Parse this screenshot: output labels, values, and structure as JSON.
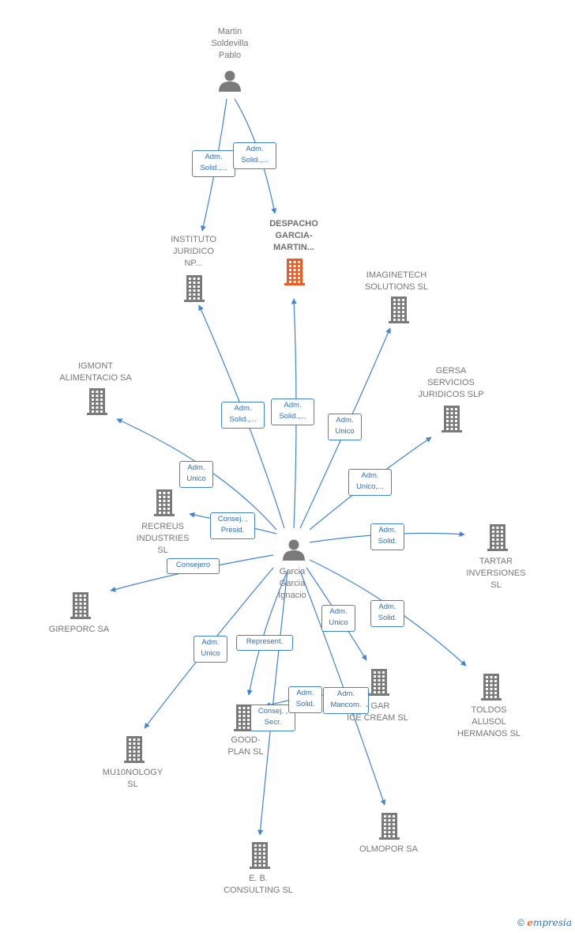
{
  "colors": {
    "edge": "#3f84d3",
    "company": "#7a7a7a",
    "highlight_company": "#ee5a24",
    "person": "#7a7a7a"
  },
  "nodes": [
    {
      "id": "martin",
      "type": "person",
      "label_lines": [
        "Martin",
        "Soldevilla",
        "Pablo"
      ]
    },
    {
      "id": "garcia",
      "type": "person",
      "label_lines": [
        "Garcia",
        "Garcia",
        "Ignacio"
      ]
    },
    {
      "id": "instituto",
      "type": "company",
      "label_lines": [
        "INSTITUTO",
        "JURIDICO",
        "NP..."
      ]
    },
    {
      "id": "despacho",
      "type": "company",
      "highlight": true,
      "label_lines": [
        "DESPACHO",
        "GARCIA-",
        "MARTIN..."
      ]
    },
    {
      "id": "imaginetech",
      "type": "company",
      "label_lines": [
        "IMAGINETECH",
        "SOLUTIONS SL"
      ]
    },
    {
      "id": "igmont",
      "type": "company",
      "label_lines": [
        "IGMONT",
        "ALIMENTACIO SA"
      ]
    },
    {
      "id": "gersa",
      "type": "company",
      "label_lines": [
        "GERSA",
        "SERVICIOS",
        "JURIDICOS SLP"
      ]
    },
    {
      "id": "recreus",
      "type": "company",
      "label_lines": [
        "RECREUS",
        "INDUSTRIES",
        "SL"
      ]
    },
    {
      "id": "tartar",
      "type": "company",
      "label_lines": [
        "TARTAR",
        "INVERSIONES",
        "SL"
      ]
    },
    {
      "id": "gireporc",
      "type": "company",
      "label_lines": [
        "GIREPORC SA"
      ]
    },
    {
      "id": "toldos",
      "type": "company",
      "label_lines": [
        "TOLDOS",
        "ALUSOL",
        "HERMANOS SL"
      ]
    },
    {
      "id": "icecream",
      "type": "company",
      "label_lines": [
        "- GAR",
        "ICE CREAM SL"
      ]
    },
    {
      "id": "goodplan",
      "type": "company",
      "label_lines": [
        "GOOD-",
        "PLAN SL"
      ]
    },
    {
      "id": "mu10",
      "type": "company",
      "label_lines": [
        "MU10NOLOGY",
        "SL"
      ]
    },
    {
      "id": "olmopor",
      "type": "company",
      "label_lines": [
        "OLMOPOR SA"
      ]
    },
    {
      "id": "eb",
      "type": "company",
      "label_lines": [
        "E. B.",
        "CONSULTING SL"
      ]
    }
  ],
  "edges": [
    {
      "id": "martin-instituto",
      "from": "martin",
      "to": "instituto",
      "label_lines": [
        "Adm.",
        "Solid.,..."
      ]
    },
    {
      "id": "martin-despacho",
      "from": "martin",
      "to": "despacho",
      "label_lines": [
        "Adm.",
        "Solid.,..."
      ]
    },
    {
      "id": "garcia-instituto",
      "from": "garcia",
      "to": "instituto",
      "label_lines": [
        "Adm.",
        "Solid.,..."
      ]
    },
    {
      "id": "garcia-despacho",
      "from": "garcia",
      "to": "despacho",
      "label_lines": [
        "Adm.",
        "Solid.,..."
      ]
    },
    {
      "id": "garcia-imaginetech",
      "from": "garcia",
      "to": "imaginetech",
      "label_lines": [
        "Adm.",
        "Unico"
      ]
    },
    {
      "id": "garcia-igmont",
      "from": "garcia",
      "to": "igmont",
      "label_lines": [
        "Adm.",
        "Unico"
      ]
    },
    {
      "id": "garcia-gersa",
      "from": "garcia",
      "to": "gersa",
      "label_lines": [
        "Adm.",
        "Unico,..."
      ]
    },
    {
      "id": "garcia-recreus",
      "from": "garcia",
      "to": "recreus",
      "label_lines": [
        "Consej. ,",
        "Presid."
      ]
    },
    {
      "id": "garcia-tartar",
      "from": "garcia",
      "to": "tartar",
      "label_lines": [
        "Adm.",
        "Solid."
      ]
    },
    {
      "id": "garcia-gireporc",
      "from": "garcia",
      "to": "gireporc",
      "label_lines": [
        "Consejero"
      ]
    },
    {
      "id": "garcia-toldos",
      "from": "garcia",
      "to": "toldos",
      "label_lines": [
        "Adm.",
        "Solid."
      ]
    },
    {
      "id": "garcia-icecream",
      "from": "garcia",
      "to": "icecream",
      "label_lines": [
        "Adm.",
        "Unico"
      ]
    },
    {
      "id": "garcia-mu10",
      "from": "garcia",
      "to": "mu10",
      "label_lines": [
        "Adm.",
        "Unico"
      ]
    },
    {
      "id": "garcia-goodplan",
      "from": "garcia",
      "to": "goodplan",
      "label_lines": [
        "Represent."
      ]
    },
    {
      "id": "garcia-eb",
      "from": "garcia",
      "to": "eb",
      "label_lines": [
        "Consej. ,",
        "Secr."
      ]
    },
    {
      "id": "garcia-olmopor",
      "from": "garcia",
      "to": "olmopor",
      "label_lines": [
        "Adm.",
        "Mancom."
      ]
    },
    {
      "id": "icecream-goodplan",
      "from": "icecream",
      "to": "goodplan",
      "label_lines": [
        "Adm.",
        "Solid."
      ]
    }
  ],
  "footer": {
    "copyright": "©",
    "brand_first": "e",
    "brand_rest": "mpresia"
  }
}
